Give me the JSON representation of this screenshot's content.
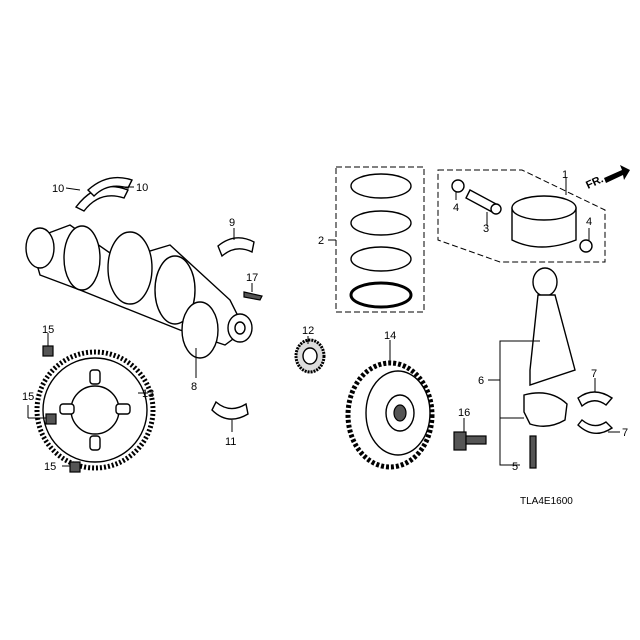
{
  "diagram_code": "TLA4E1600",
  "front_indicator": "FR.",
  "callouts": {
    "c1": "1",
    "c2": "2",
    "c3": "3",
    "c4a": "4",
    "c4b": "4",
    "c5": "5",
    "c6": "6",
    "c7a": "7",
    "c7b": "7",
    "c8": "8",
    "c9": "9",
    "c10a": "10",
    "c10b": "10",
    "c11": "11",
    "c12": "12",
    "c13": "13",
    "c14": "14",
    "c15a": "15",
    "c15b": "15",
    "c15c": "15",
    "c16": "16",
    "c17": "17"
  }
}
